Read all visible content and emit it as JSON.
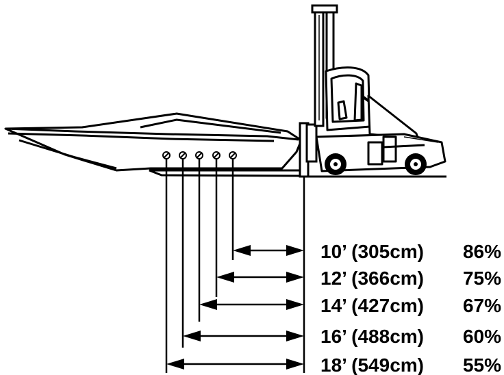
{
  "colors": {
    "ink": "#000000",
    "paper": "#ffffff"
  },
  "rows": [
    {
      "length": "10’ (305cm)",
      "percent": "86%"
    },
    {
      "length": "12’ (366cm)",
      "percent": "75%"
    },
    {
      "length": "14’ (427cm)",
      "percent": "67%"
    },
    {
      "length": "16’ (488cm)",
      "percent": "60%"
    },
    {
      "length": "18’ (549cm)",
      "percent": "55%"
    }
  ]
}
